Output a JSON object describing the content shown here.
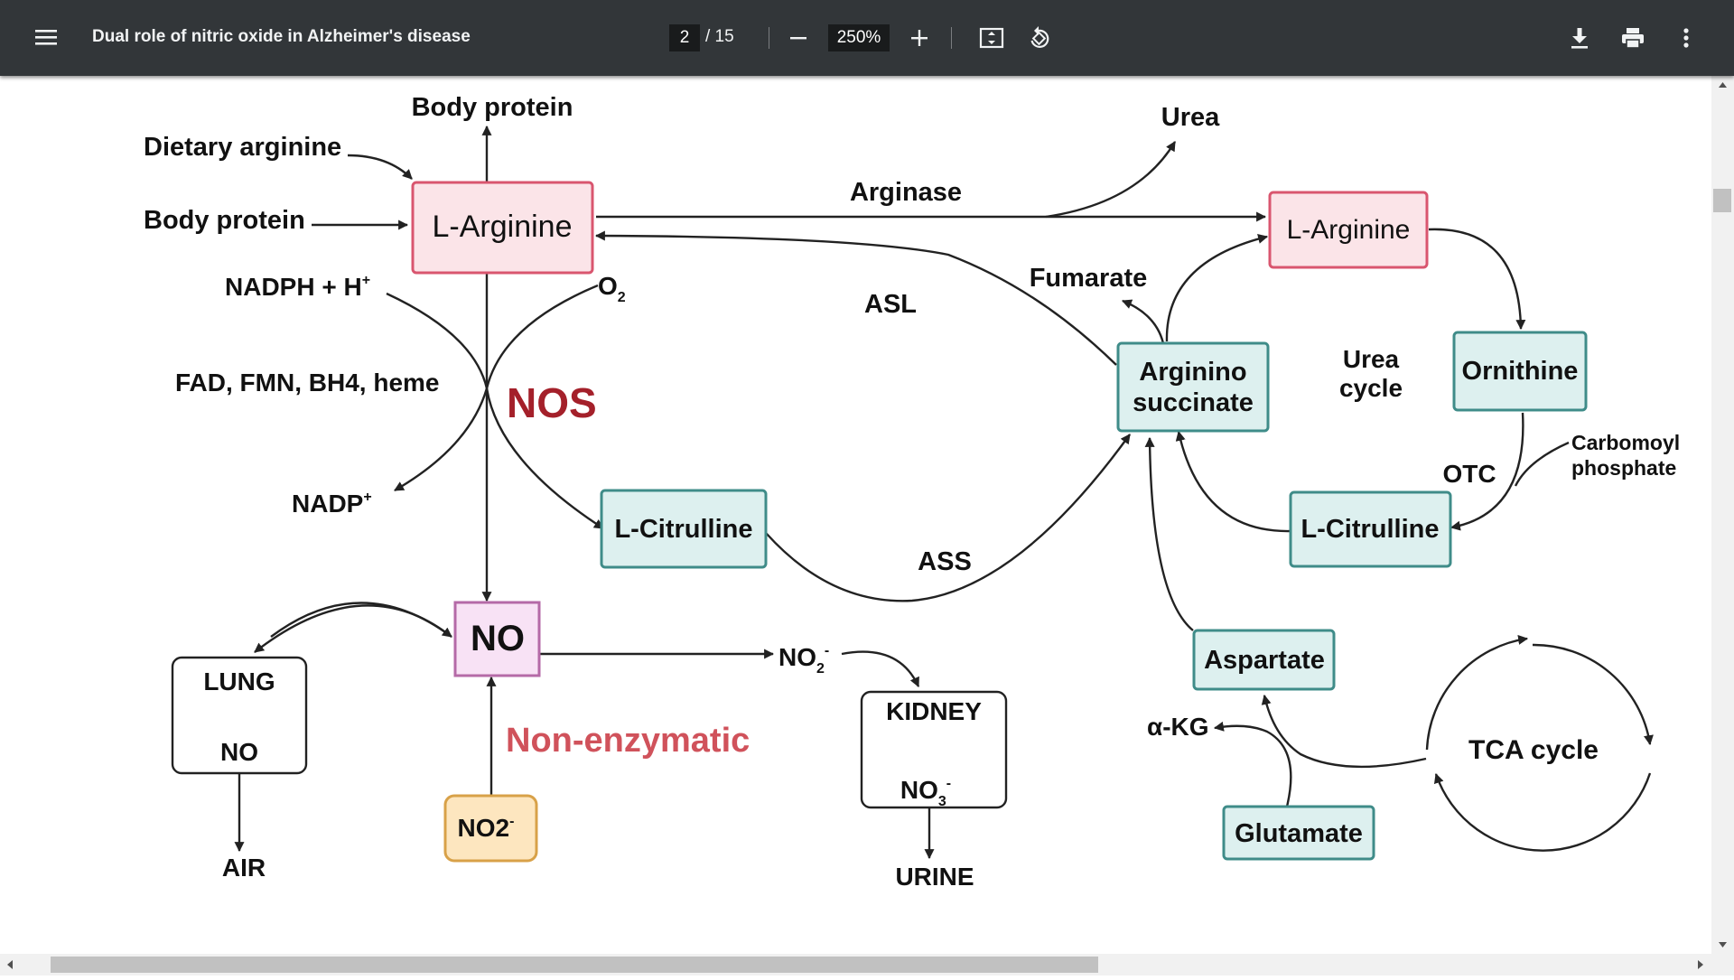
{
  "toolbar": {
    "menu_icon": "hamburger-menu-icon",
    "title": "Dual role of nitric oxide in Alzheimer's disease",
    "page_current": "2",
    "page_total": "/ 15",
    "zoom": "250%",
    "icons": [
      "zoom-out-icon",
      "zoom-in-icon",
      "fit-page-icon",
      "rotate-icon",
      "download-icon",
      "print-icon",
      "more-options-icon"
    ]
  },
  "diagram": {
    "labels": {
      "body_protein_top": "Body protein",
      "dietary_arginine": "Dietary arginine",
      "body_protein_left": "Body protein",
      "nadph": "NADPH + H",
      "nadph_sup": "+",
      "fad": "FAD, FMN, BH4, heme",
      "nadp": "NADP",
      "nadp_sup": "+",
      "o2": "O",
      "o2_sub": "2",
      "nos": "NOS",
      "arginase": "Arginase",
      "urea": "Urea",
      "asl": "ASL",
      "fumarate": "Fumarate",
      "urea_cycle_1": "Urea",
      "urea_cycle_2": "cycle",
      "otc": "OTC",
      "carbomoyl_1": "Carbomoyl",
      "carbomoyl_2": "phosphate",
      "ass": "ASS",
      "no2_minus": "NO",
      "no2_minus_sub": "2",
      "no2_minus_sup": "-",
      "non_enzymatic": "Non-enzymatic",
      "akg": "α-KG",
      "air": "AIR",
      "urine": "URINE"
    },
    "boxes": {
      "l_arginine_left": "L-Arginine",
      "l_arginine_right": "L-Arginine",
      "argininosuccinate_1": "Arginino",
      "argininosuccinate_2": "succinate",
      "ornithine": "Ornithine",
      "l_citrulline_left": "L-Citrulline",
      "l_citrulline_right": "L-Citrulline",
      "no": "NO",
      "lung_1": "LUNG",
      "lung_2": "NO",
      "no2_box": "NO2",
      "no2_box_sup": "-",
      "kidney_1": "KIDNEY",
      "kidney_2": "NO",
      "kidney_2_sub": "3",
      "kidney_2_sup": "-",
      "aspartate": "Aspartate",
      "glutamate": "Glutamate",
      "tca": "TCA cycle"
    },
    "colors": {
      "pink_fill": "#fbe4e8",
      "pink_stroke": "#d9566f",
      "teal_fill": "#ddf0ef",
      "teal_stroke": "#3f8c89",
      "no_fill": "#f8e2f5",
      "no_stroke": "#b56aa7",
      "orange_fill": "#fde6bf",
      "orange_stroke": "#d8a148",
      "nos_color": "#a4202a",
      "non_enzymatic_color": "#d0525b"
    }
  }
}
